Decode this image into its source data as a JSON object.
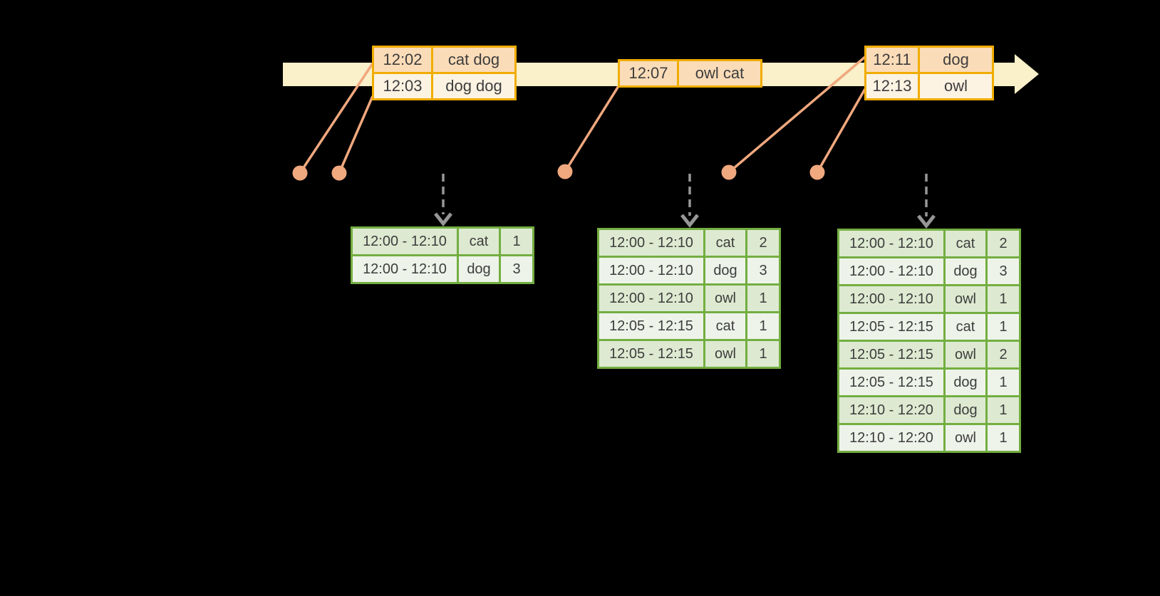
{
  "colors": {
    "timeline_band": "#faf0c9",
    "event_border": "#f0ad00",
    "event_row_alt": "#fbdcb8",
    "event_row": "#fdf3e3",
    "marker": "#f0a87e",
    "result_border": "#73ae41",
    "result_row_alt": "#ddead1",
    "result_row": "#eef3e9",
    "text": "#3d3d3d",
    "arrow": "#979797",
    "background": "#000000"
  },
  "event_tables": [
    {
      "rows": [
        {
          "time": "12:02",
          "words": "cat dog"
        },
        {
          "time": "12:03",
          "words": "dog dog"
        }
      ]
    },
    {
      "rows": [
        {
          "time": "12:07",
          "words": "owl cat"
        }
      ]
    },
    {
      "rows": [
        {
          "time": "12:11",
          "words": "dog"
        },
        {
          "time": "12:13",
          "words": "owl"
        }
      ]
    }
  ],
  "result_tables": [
    {
      "rows": [
        {
          "window": "12:00 - 12:10",
          "word": "cat",
          "count": "1"
        },
        {
          "window": "12:00 - 12:10",
          "word": "dog",
          "count": "3"
        }
      ]
    },
    {
      "rows": [
        {
          "window": "12:00 - 12:10",
          "word": "cat",
          "count": "2"
        },
        {
          "window": "12:00 - 12:10",
          "word": "dog",
          "count": "3"
        },
        {
          "window": "12:00 - 12:10",
          "word": "owl",
          "count": "1"
        },
        {
          "window": "12:05 - 12:15",
          "word": "cat",
          "count": "1"
        },
        {
          "window": "12:05 - 12:15",
          "word": "owl",
          "count": "1"
        }
      ]
    },
    {
      "rows": [
        {
          "window": "12:00 - 12:10",
          "word": "cat",
          "count": "2"
        },
        {
          "window": "12:00 - 12:10",
          "word": "dog",
          "count": "3"
        },
        {
          "window": "12:00 - 12:10",
          "word": "owl",
          "count": "1"
        },
        {
          "window": "12:05 - 12:15",
          "word": "cat",
          "count": "1"
        },
        {
          "window": "12:05 - 12:15",
          "word": "owl",
          "count": "2"
        },
        {
          "window": "12:05 - 12:15",
          "word": "dog",
          "count": "1"
        },
        {
          "window": "12:10 - 12:20",
          "word": "dog",
          "count": "1"
        },
        {
          "window": "12:10 - 12:20",
          "word": "owl",
          "count": "1"
        }
      ]
    }
  ]
}
